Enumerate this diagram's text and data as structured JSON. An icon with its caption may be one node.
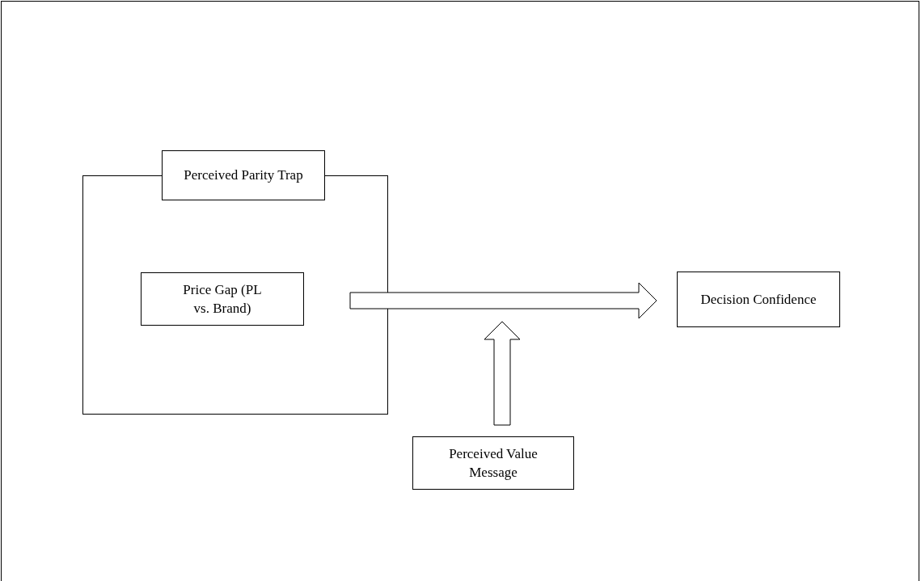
{
  "diagram": {
    "nodes": [
      {
        "text": [
          "Perceived Parity Trap"
        ]
      },
      {
        "text": [],
        "shape": "box"
      },
      {
        "text": [
          "Price Gap (PL vs. Brand)"
        ],
        "in": 1
      },
      {
        "text": [
          "Decision Confidence"
        ]
      },
      {
        "text": [
          "Perceived Value Message"
        ]
      }
    ],
    "edges": [
      {
        "from": 2,
        "to": 3,
        "arrow": "to",
        "style": "thick"
      },
      {
        "from": 4,
        "to": null,
        "arrow": "to",
        "style": "thick"
      }
    ]
  }
}
